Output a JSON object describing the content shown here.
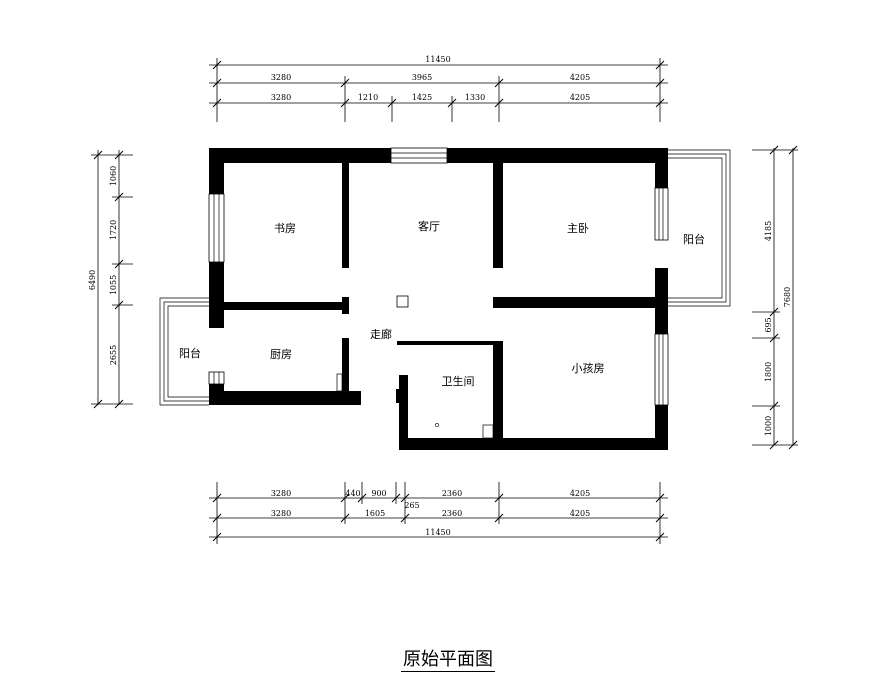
{
  "title": "原始平面图",
  "rooms": {
    "study": "书房",
    "living": "客厅",
    "master_bedroom": "主卧",
    "balcony_east": "阳台",
    "balcony_west": "阳台",
    "kitchen": "厨房",
    "corridor": "走廊",
    "bathroom": "卫生间",
    "kids_room": "小孩房"
  },
  "dimensions": {
    "top": {
      "total": "11450",
      "row1": [
        "3280",
        "3965",
        "4205"
      ],
      "row2": [
        "3280",
        "1210",
        "1425",
        "1330",
        "4205"
      ]
    },
    "bottom": {
      "total": "11450",
      "row1": [
        "3280",
        "440",
        "900",
        "2360",
        "4205"
      ],
      "row1_extra": "265",
      "row2": [
        "3280",
        "1605",
        "2360",
        "4205"
      ]
    },
    "left": {
      "total": "6490",
      "segments": [
        "1060",
        "1720",
        "1055",
        "2655"
      ]
    },
    "right": {
      "total": "7680",
      "segments": [
        "4185",
        "695",
        "1800",
        "1000"
      ]
    }
  }
}
